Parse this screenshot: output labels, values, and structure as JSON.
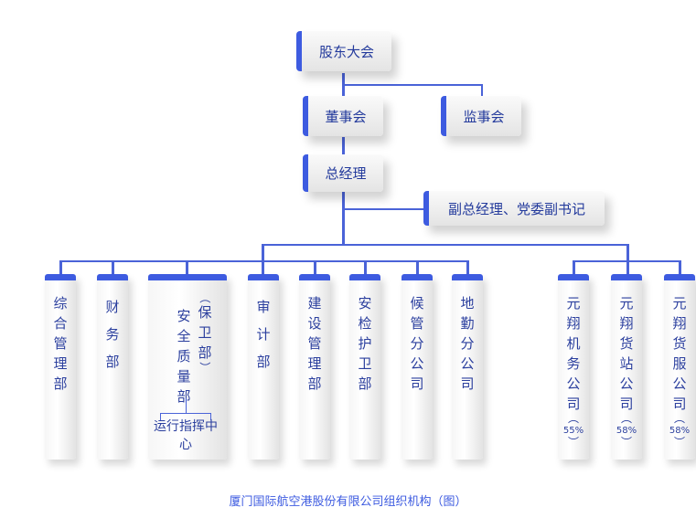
{
  "title": "厦门国际航空港股份有限公司组织机构（图）",
  "top_nodes": {
    "shareholders": "股东大会",
    "board": "董事会",
    "supervisory": "监事会",
    "gm": "总经理",
    "deputy": "副总经理、党委副书记"
  },
  "departments": [
    {
      "label": "综合管理部",
      "chars": [
        "综",
        "合",
        "管",
        "理",
        "部"
      ]
    },
    {
      "label": "财务部",
      "chars": [
        "财",
        "务",
        "部"
      ]
    },
    {
      "label": "安全质量部（保卫部）",
      "chars": [
        "安",
        "全",
        "质",
        "量",
        "部"
      ],
      "side_chars": [
        "（",
        "保",
        "卫",
        "部",
        "）"
      ],
      "sub": "运行指挥中心"
    },
    {
      "label": "审计部",
      "chars": [
        "审",
        "计",
        "部"
      ]
    },
    {
      "label": "建设管理部",
      "chars": [
        "建",
        "设",
        "管",
        "理",
        "部"
      ]
    },
    {
      "label": "安检护卫部",
      "chars": [
        "安",
        "检",
        "护",
        "卫",
        "部"
      ]
    },
    {
      "label": "候管分公司",
      "chars": [
        "候",
        "管",
        "分",
        "公",
        "司"
      ]
    },
    {
      "label": "地勤分公司",
      "chars": [
        "地",
        "勤",
        "分",
        "公",
        "司"
      ]
    }
  ],
  "subsidiaries": [
    {
      "label": "元翔机务公司",
      "chars": [
        "元",
        "翔",
        "机",
        "务",
        "公",
        "司"
      ],
      "share": "55%"
    },
    {
      "label": "元翔货站公司",
      "chars": [
        "元",
        "翔",
        "货",
        "站",
        "公",
        "司"
      ],
      "share": "58%"
    },
    {
      "label": "元翔货服公司",
      "chars": [
        "元",
        "翔",
        "货",
        "服",
        "公",
        "司"
      ],
      "share": "58%"
    }
  ],
  "colors": {
    "accent": "#3d5be0",
    "text": "#2b3f9e"
  }
}
